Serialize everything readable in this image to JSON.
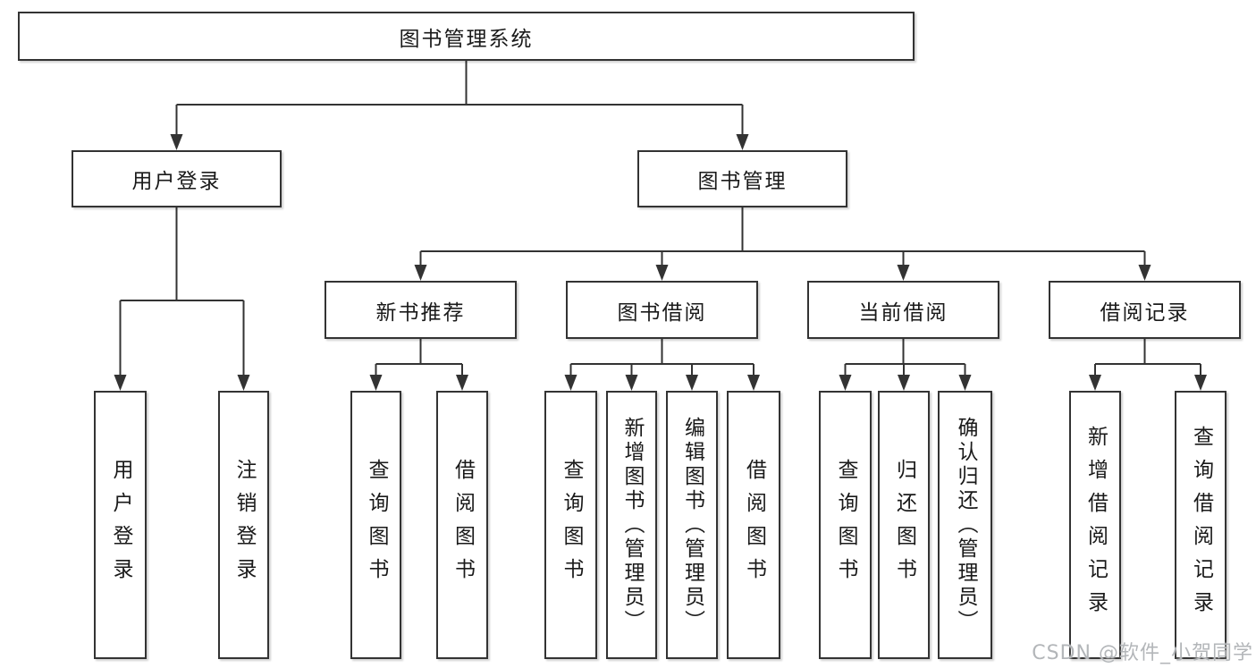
{
  "diagram": {
    "root": {
      "label": "图书管理系统"
    },
    "branches": [
      {
        "label": "用户登录",
        "children": [
          {
            "label": "用户登录"
          },
          {
            "label": "注销登录"
          }
        ]
      },
      {
        "label": "图书管理",
        "children": [
          {
            "label": "新书推荐",
            "children": [
              {
                "label": "查询图书"
              },
              {
                "label": "借阅图书"
              }
            ]
          },
          {
            "label": "图书借阅",
            "children": [
              {
                "label": "查询图书"
              },
              {
                "label": "新增图书（管理员）"
              },
              {
                "label": "编辑图书（管理员）"
              },
              {
                "label": "借阅图书"
              }
            ]
          },
          {
            "label": "当前借阅",
            "children": [
              {
                "label": "查询图书"
              },
              {
                "label": "归还图书"
              },
              {
                "label": "确认归还（管理员）"
              }
            ]
          },
          {
            "label": "借阅记录",
            "children": [
              {
                "label": "新增借阅记录"
              },
              {
                "label": "查询借阅记录"
              }
            ]
          }
        ]
      }
    ]
  },
  "colors": {
    "line": "#333333",
    "box_fill": "#ffffff",
    "text": "#1a1a1a",
    "watermark": "#b3b6b9"
  },
  "watermark": "CSDN @软件_小贺同学"
}
